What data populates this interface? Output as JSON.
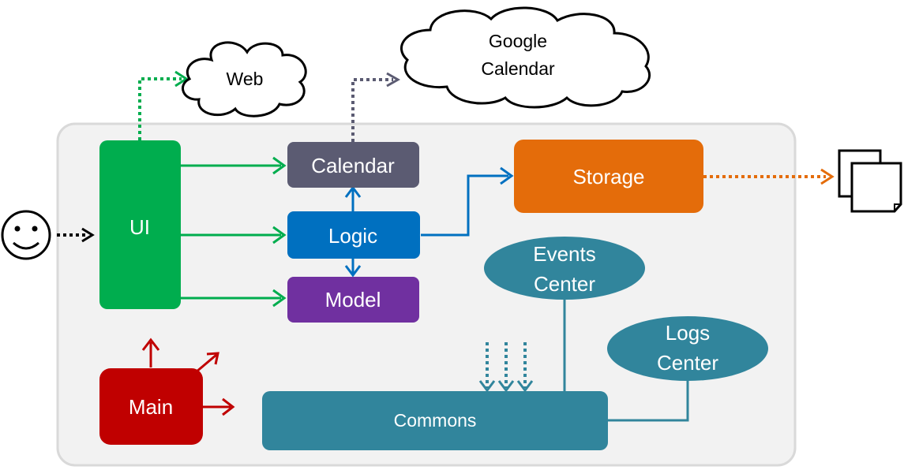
{
  "external": {
    "web": "Web",
    "google_line1": "Google",
    "google_line2": "Calendar"
  },
  "components": {
    "ui": "UI",
    "calendar": "Calendar",
    "logic": "Logic",
    "model": "Model",
    "storage": "Storage",
    "main": "Main",
    "commons": "Commons",
    "events_line1": "Events",
    "events_line2": "Center",
    "logs_line1": "Logs",
    "logs_line2": "Center"
  },
  "colors": {
    "ui": "#00ad4e",
    "calendar": "#5b5b72",
    "logic": "#0070c0",
    "model": "#7030a0",
    "storage": "#e46c0a",
    "main": "#c00000",
    "commons": "#31859c",
    "container_fill": "#f2f2f2",
    "container_stroke": "#d9d9d9"
  }
}
